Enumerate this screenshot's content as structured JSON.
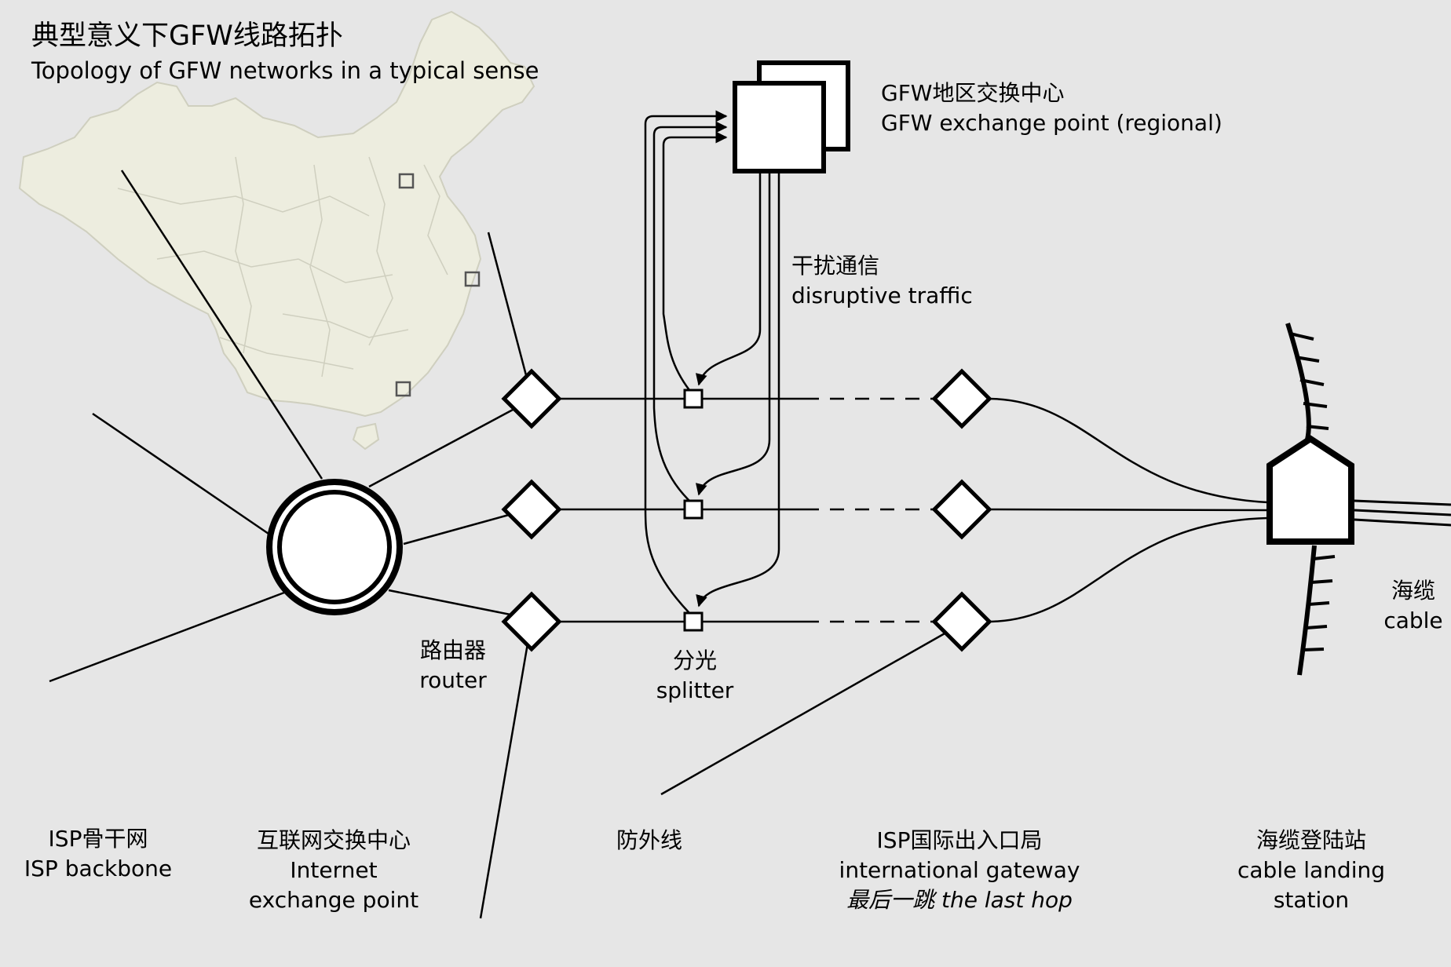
{
  "title": {
    "zh": "典型意义下GFW线路拓扑",
    "en": "Topology of GFW networks in a typical sense"
  },
  "labels": {
    "exchange_regional": {
      "zh": "GFW地区交换中心",
      "en": "GFW exchange point (regional)"
    },
    "disruptive_traffic": {
      "zh": "干扰通信",
      "en": "disruptive traffic"
    },
    "router": {
      "zh": "路由器",
      "en": "router"
    },
    "splitter": {
      "zh": "分光",
      "en": "splitter"
    },
    "cable": {
      "zh": "海缆",
      "en": "cable"
    },
    "isp_backbone": {
      "zh": "ISP骨干网",
      "en": "ISP backbone"
    },
    "ixp": {
      "zh": "互联网交换中心",
      "en1": "Internet",
      "en2": "exchange point"
    },
    "outer_defense": {
      "zh": "防外线"
    },
    "intl_gateway": {
      "zh": "ISP国际出入口局",
      "en": "international gateway",
      "last_hop": "最后一跳 the last hop"
    },
    "cable_landing": {
      "zh": "海缆登陆站",
      "en1": "cable landing",
      "en2": "station"
    }
  },
  "colors": {
    "background": "#e6e6e6",
    "map_fill": "#ededdf",
    "map_border": "#cfcfbf",
    "stroke": "#000000",
    "node_fill": "#ffffff"
  }
}
